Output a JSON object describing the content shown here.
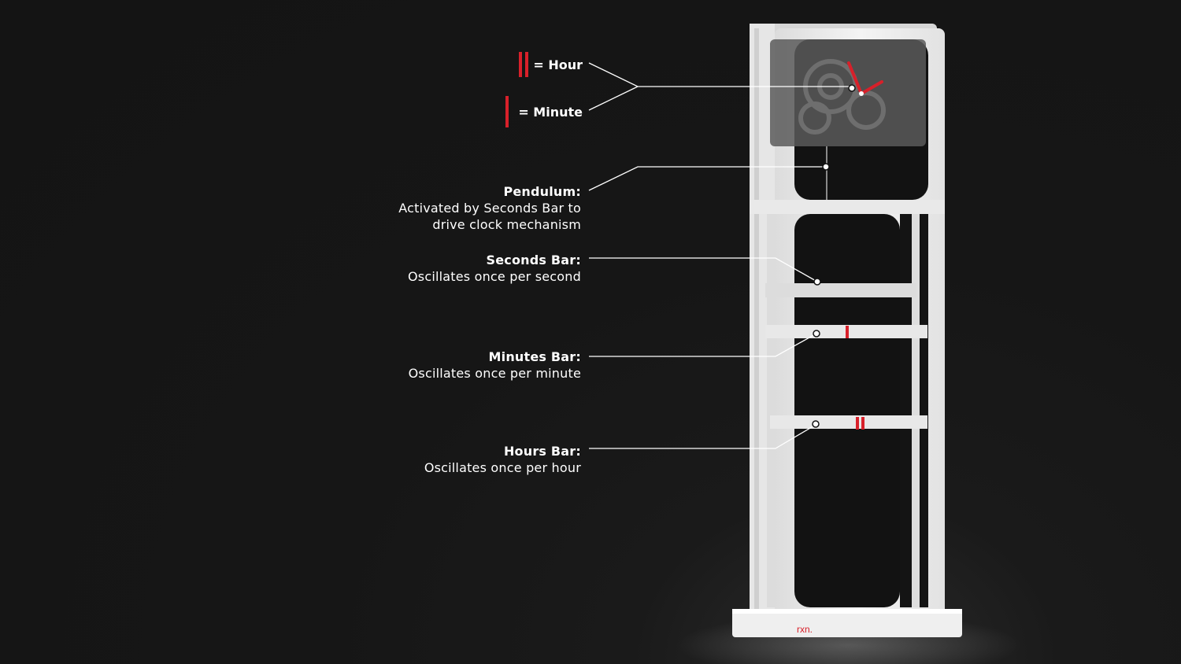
{
  "legend": {
    "hour": {
      "label": "= Hour",
      "mark_count": 2
    },
    "minute": {
      "label": "= Minute",
      "mark_count": 1
    }
  },
  "callouts": {
    "pendulum": {
      "title": "Pendulum:",
      "desc_line1": "Activated by Seconds Bar to",
      "desc_line2": "drive clock mechanism"
    },
    "seconds": {
      "title": "Seconds Bar:",
      "desc": "Oscillates once per second"
    },
    "minutes": {
      "title": "Minutes Bar:",
      "desc": "Oscillates once per minute"
    },
    "hours": {
      "title": "Hours Bar:",
      "desc": "Oscillates once per hour"
    }
  },
  "brand": {
    "logo_text": "rxn."
  },
  "colors": {
    "accent_red": "#d8202a",
    "frame_white": "#efefef",
    "background": "#141414"
  }
}
